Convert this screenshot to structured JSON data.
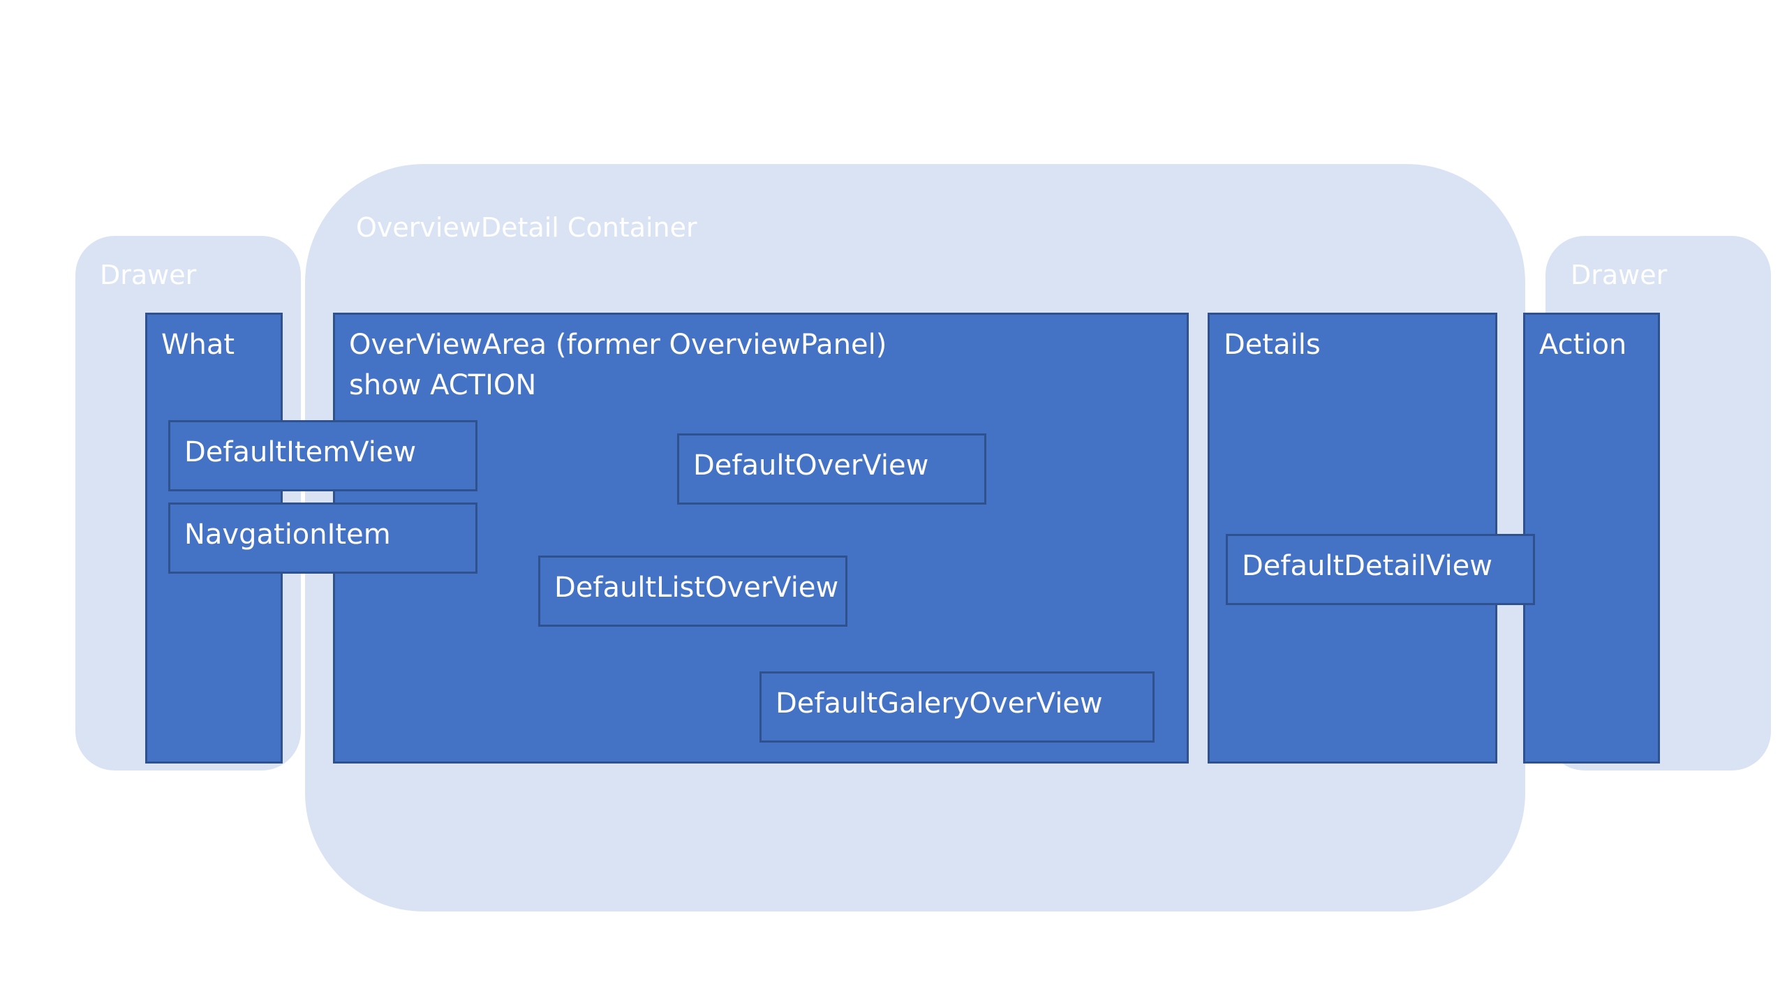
{
  "regions": {
    "drawer_left": "Drawer",
    "container": "OverviewDetail Container",
    "drawer_right": "Drawer"
  },
  "columns": {
    "what": "What",
    "overview_line1": "OverViewArea (former OverviewPanel)",
    "overview_line2": "show ACTION",
    "details": "Details",
    "action": "Action"
  },
  "items": {
    "default_item_view": "DefaultItemView",
    "navigation_item": "NavgationItem",
    "default_overview": "DefaultOverView",
    "default_list_overview": "DefaultListOverView",
    "default_galery_overview": "DefaultGaleryOverView",
    "default_detail_view": "DefaultDetailView"
  },
  "colors": {
    "region_fill": "#dae3f3",
    "block_fill": "#4472c4",
    "block_border": "#2f528f",
    "label_text": "#ffffff"
  }
}
